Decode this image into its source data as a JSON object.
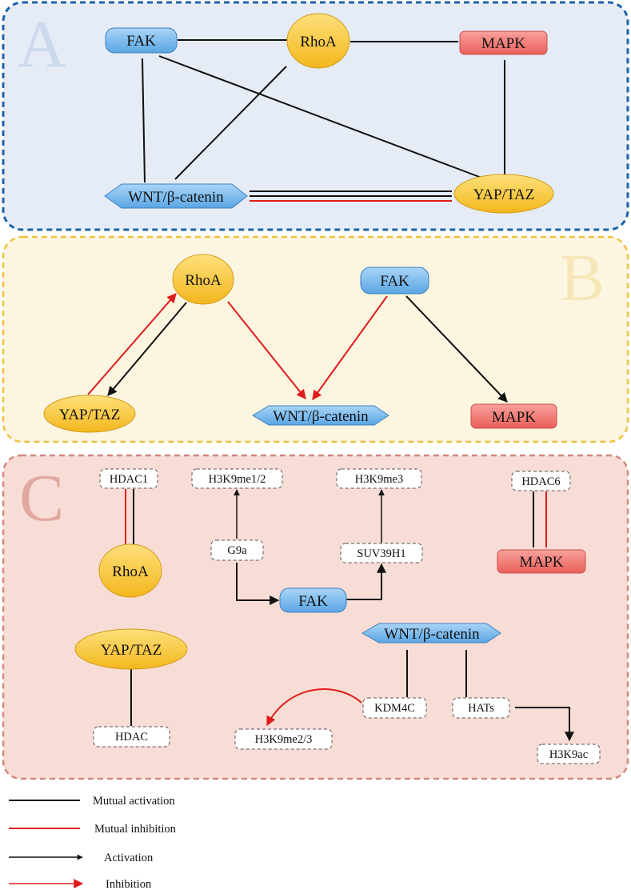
{
  "panels": {
    "a": {
      "letter": "A",
      "nodes": {
        "fak": "FAK",
        "rhoa": "RhoA",
        "mapk": "MAPK",
        "wnt": "WNT/β-catenin",
        "yap": "YAP/TAZ"
      }
    },
    "b": {
      "letter": "B",
      "nodes": {
        "rhoa": "RhoA",
        "fak": "FAK",
        "yap": "YAP/TAZ",
        "wnt": "WNT/β-catenin",
        "mapk": "MAPK"
      }
    },
    "c": {
      "letter": "C",
      "nodes": {
        "hdac1": "HDAC1",
        "h3k9me12": "H3K9me1/2",
        "h3k9me3": "H3K9me3",
        "hdac6": "HDAC6",
        "rhoa": "RhoA",
        "g9a": "G9a",
        "suv39h1": "SUV39H1",
        "mapk": "MAPK",
        "fak": "FAK",
        "yap": "YAP/TAZ",
        "wnt": "WNT/β-catenin",
        "kdm4c": "KDM4C",
        "hats": "HATs",
        "hdac": "HDAC",
        "h3k9me23": "H3K9me2/3",
        "h3k9ac": "H3K9ac"
      }
    }
  },
  "legend": {
    "mutual_activation": "Mutual activation",
    "mutual_inhibition": "Mutual inhibition",
    "activation": "Activation",
    "inhibition": "Inhibition"
  },
  "colors": {
    "blue_node": "#7dbdf0",
    "yellow_node": "#f8c73a",
    "red_node": "#f27d78",
    "panel_a_bg": "#e6ecf6",
    "panel_a_border": "#1f63a8",
    "panel_b_bg": "#fcf6e1",
    "panel_b_border": "#f0c040",
    "panel_c_bg": "#f8ddd6",
    "panel_c_border": "#d08a7e",
    "inhibition_red": "#e01b1b",
    "activation_black": "#111111"
  }
}
